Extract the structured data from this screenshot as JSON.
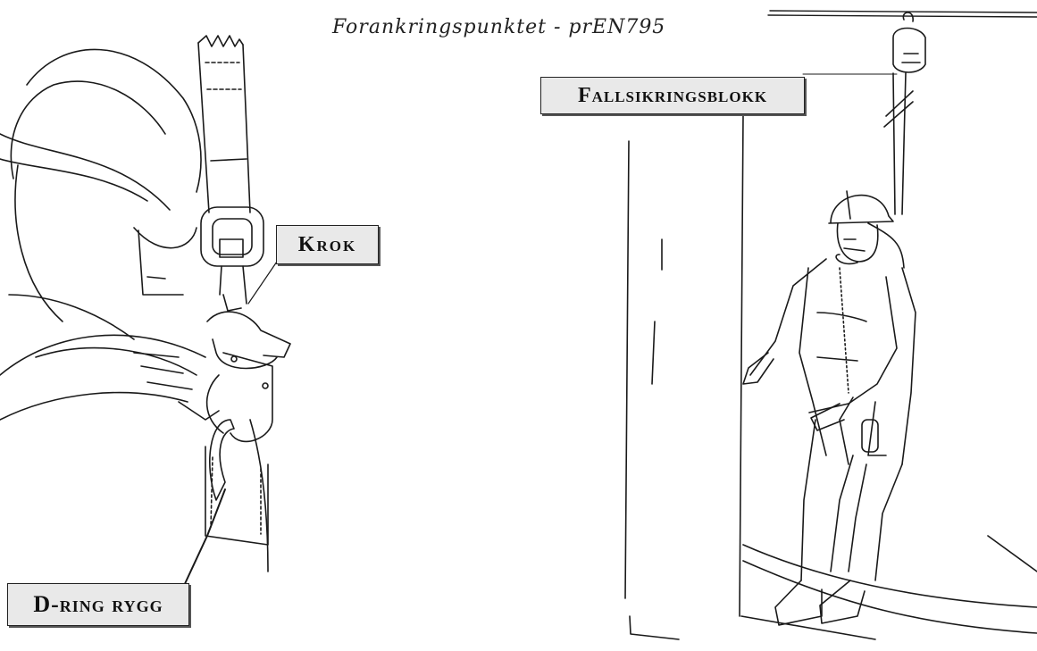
{
  "caption": "Forankringspunktet - prEN795",
  "labels": {
    "hook": "Krok",
    "fall_block": "Fallsikringsblokk",
    "d_ring": "D-ring rygg"
  }
}
